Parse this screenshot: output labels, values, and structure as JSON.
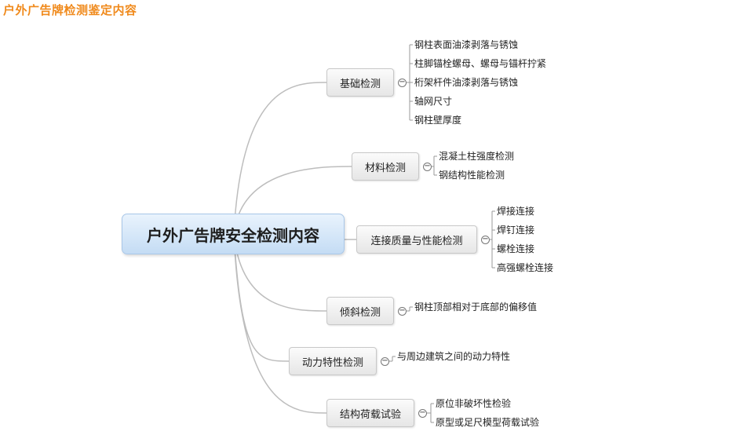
{
  "page_title": "户外广告牌检测鉴定内容",
  "central_topic": "户外广告牌安全检测内容",
  "toggle_symbol": "−",
  "branches": [
    {
      "label": "基础检测",
      "children": [
        "钢柱表面油漆剥落与锈蚀",
        "柱脚锚栓螺母、螺母与锚杆拧紧",
        "桁架杆件油漆剥落与锈蚀",
        "轴网尺寸",
        "钢柱壁厚度"
      ]
    },
    {
      "label": "材料检测",
      "children": [
        "混凝土柱强度检测",
        "钢结构性能检测"
      ]
    },
    {
      "label": "连接质量与性能检测",
      "children": [
        "焊接连接",
        "焊钉连接",
        "螺栓连接",
        "高强螺栓连接"
      ]
    },
    {
      "label": "倾斜检测",
      "children": [
        "钢柱顶部相对于底部的偏移值"
      ]
    },
    {
      "label": "动力特性检测",
      "children": [
        "与周边建筑之间的动力特性"
      ]
    },
    {
      "label": "结构荷载试验",
      "children": [
        "原位非破坏性检验",
        "原型或足尺模型荷载试验"
      ]
    }
  ]
}
